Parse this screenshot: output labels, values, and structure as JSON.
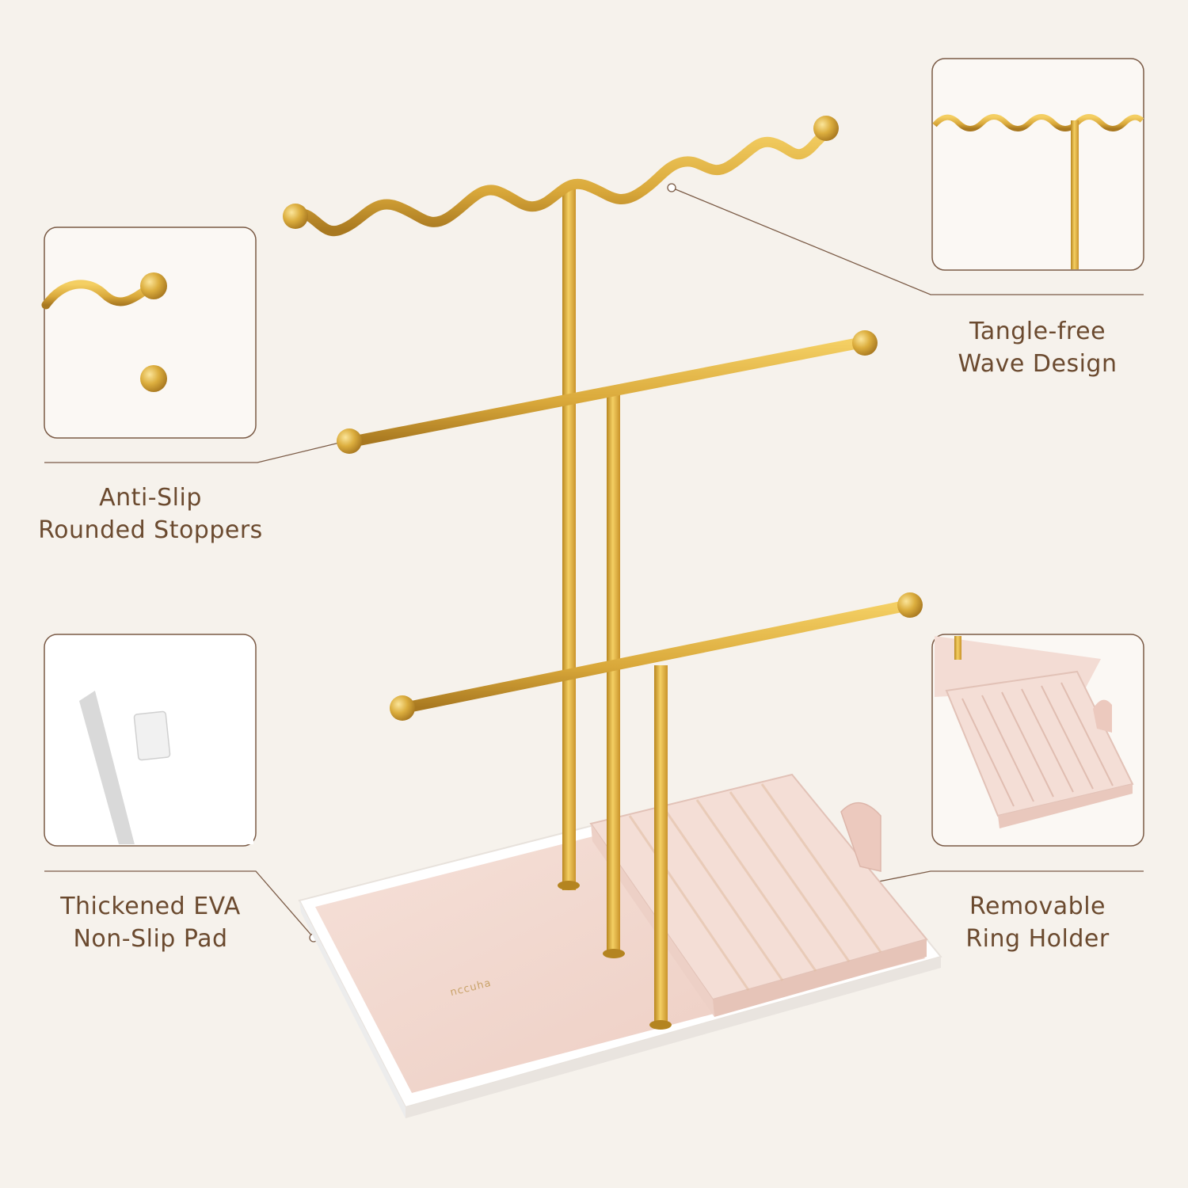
{
  "callouts": {
    "stoppers": {
      "line1": "Anti-Slip",
      "line2": "Rounded Stoppers"
    },
    "pad": {
      "line1": "Thickened EVA",
      "line2": "Non-Slip Pad"
    },
    "wave": {
      "line1": "Tangle-free",
      "line2": "Wave Design"
    },
    "ring": {
      "line1": "Removable",
      "line2": "Ring Holder"
    }
  },
  "brand_text": "nccuha",
  "colors": {
    "background": "#f6f2ec",
    "gold": "#d9a83a",
    "pink_velvet": "#f2d9d0",
    "tray_white": "#ffffff",
    "frame_line": "#7a5a45",
    "label_text": "#6b4a2f"
  }
}
